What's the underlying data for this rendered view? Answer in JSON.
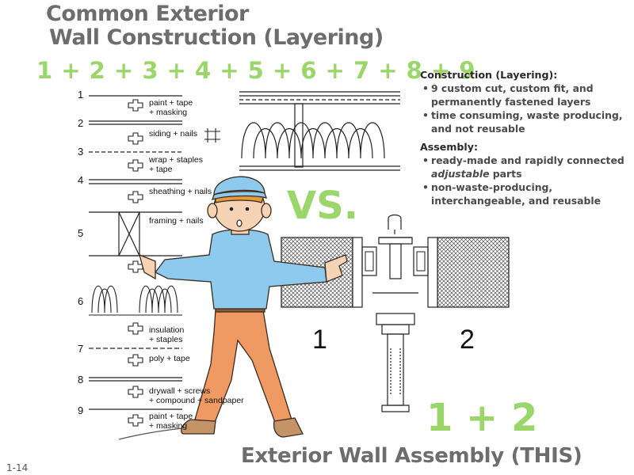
{
  "title": {
    "line1": "Common Exterior",
    "line2": "Wall Construction (Layering)"
  },
  "sequence": "1 + 2 + 3 + 4 + 5 + 6 + 7 + 8 + 9",
  "steps": [
    {
      "num": "1",
      "note1": "paint + tape",
      "note2": "+ masking"
    },
    {
      "num": "2",
      "note1": "siding + nails",
      "note2": ""
    },
    {
      "num": "3",
      "note1": "wrap + staples",
      "note2": "+ tape"
    },
    {
      "num": "4",
      "note1": "sheathing + nails",
      "note2": ""
    },
    {
      "num": "5",
      "note1": "framing + nails",
      "note2": ""
    },
    {
      "num": "6",
      "note1": "insulation",
      "note2": "+ staples"
    },
    {
      "num": "7",
      "note1": "poly + tape",
      "note2": ""
    },
    {
      "num": "8",
      "note1": "drywall + screws",
      "note2": "+ compound + sandpaper"
    },
    {
      "num": "9",
      "note1": "paint + tape",
      "note2": "+ masking"
    }
  ],
  "vs": "VS.",
  "notes": {
    "construction_heading": "Construction (Layering):",
    "construction_items": [
      "9 custom cut, custom fit, and permanently fastened layers",
      "time consuming, waste producing, and not reusable"
    ],
    "assembly_heading": "Assembly:",
    "assembly_item1_a": "ready-made and rapidly connected ",
    "assembly_item1_em": "adjustable",
    "assembly_item1_b": " parts",
    "assembly_item2": "non-waste-producing, interchangeable, and reusable"
  },
  "panel_labels": {
    "left": "1",
    "right": "2"
  },
  "assembly_equation": "1 + 2",
  "footer_title": "Exterior Wall Assembly (THIS)",
  "page_number": "1-14",
  "colors": {
    "title_gray": "#6d6d6d",
    "accent_green": "#9bd66b",
    "shirt_blue": "#8ec9ee",
    "pants_orange": "#ee9a62",
    "skin": "#f6d3b5"
  },
  "icons": [
    "plus-fastener-icon",
    "nail-icon"
  ]
}
